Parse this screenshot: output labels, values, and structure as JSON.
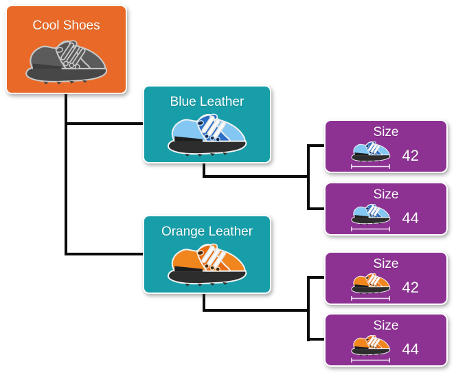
{
  "root": {
    "label": "Cool Shoes",
    "icon": "sneaker-icon-gray"
  },
  "variants": [
    {
      "label": "Blue Leather",
      "icon": "sneaker-icon-blue"
    },
    {
      "label": "Orange Leather",
      "icon": "sneaker-icon-orange"
    }
  ],
  "sizes": [
    {
      "title": "Size",
      "value": "42",
      "icon": "sneaker-measure-icon-blue"
    },
    {
      "title": "Size",
      "value": "44",
      "icon": "sneaker-measure-icon-blue"
    },
    {
      "title": "Size",
      "value": "42",
      "icon": "sneaker-measure-icon-orange"
    },
    {
      "title": "Size",
      "value": "44",
      "icon": "sneaker-measure-icon-orange"
    }
  ],
  "colors": {
    "root_box": "#E96A28",
    "variant_box": "#189EA8",
    "size_box": "#8D3293",
    "box_border": "#FFFFFF",
    "connector": "#0A0A0A",
    "shoe_gray": "#5B5B5B",
    "shoe_blue": "#83C7F2",
    "shoe_blue_dark": "#2B6EC4",
    "shoe_orange": "#F1861F",
    "shoe_orange_dark": "#E76B10",
    "text": "#FFFFFF"
  }
}
